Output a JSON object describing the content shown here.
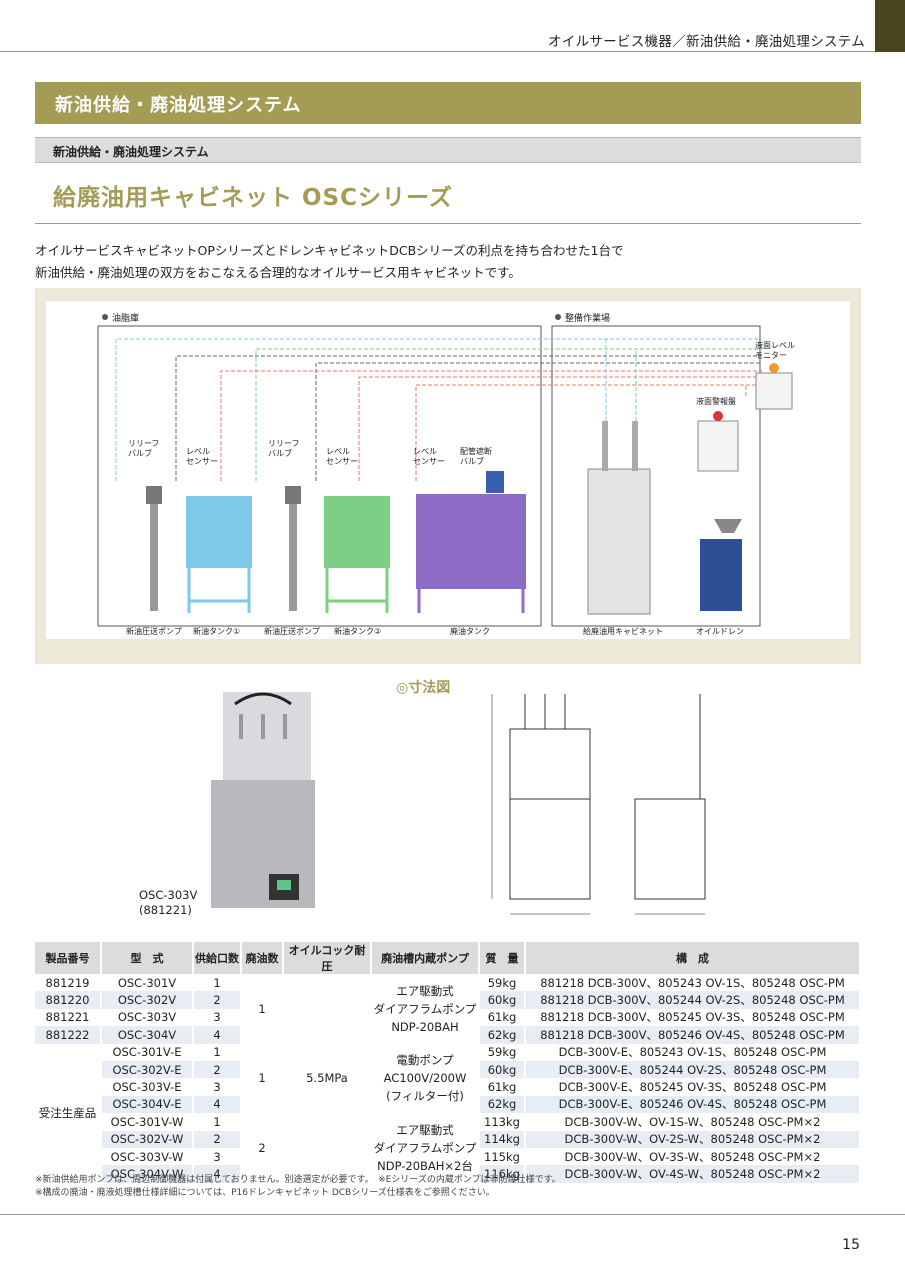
{
  "header": {
    "breadcrumb": "オイルサービス機器／新油供給・廃油処理システム"
  },
  "section_band": "新油供給・廃油処理システム",
  "sub_band": "新油供給・廃油処理システム",
  "product_title": "給廃油用キャビネット OSCシリーズ",
  "lead": [
    "オイルサービスキャビネットOPシリーズとドレンキャビネットDCBシリーズの利点を持ち合わせた1台で",
    "新油供給・廃油処理の双方をおこなえる合理的なオイルサービス用キャビネットです。"
  ],
  "diagram": {
    "area_left": "油脂庫",
    "area_right": "整備作業場",
    "relief_valve": "リリーフ\nバルブ",
    "level_sensor": "レベル\nセンサー",
    "pipe_valve": "配管遮断\nバルブ",
    "level_monitor": "液面レベル\nモニター",
    "alarm_panel": "液面警報盤",
    "bottom_labels": [
      "新油圧送ポンプ",
      "新油タンク①",
      "新油圧送ポンプ",
      "新油タンク②",
      "廃油タンク",
      "給廃油用キャビネット",
      "オイルドレン"
    ],
    "colors": {
      "tank1": "#7ec8e8",
      "tank2": "#7ccf84",
      "waste_tank": "#8d6cc6",
      "cabinet_blue": "#2c4f95"
    }
  },
  "photo_caption": [
    "OSC-303V",
    "(881221)"
  ],
  "dimension_title": "◎寸法図",
  "table": {
    "headers": [
      "製品番号",
      "型　式",
      "供給口数",
      "廃油数",
      "オイルコック耐圧",
      "廃油槽内蔵ポンプ",
      "質　量",
      "構　成"
    ],
    "rows": [
      {
        "code": "881219",
        "model": "OSC-301V",
        "ports": "1",
        "mass": "59kg",
        "config": "881218 DCB-300V、805243 OV-1S、805248 OSC-PM"
      },
      {
        "code": "881220",
        "model": "OSC-302V",
        "ports": "2",
        "mass": "60kg",
        "config": "881218 DCB-300V、805244 OV-2S、805248 OSC-PM"
      },
      {
        "code": "881221",
        "model": "OSC-303V",
        "ports": "3",
        "mass": "61kg",
        "config": "881218 DCB-300V、805245 OV-3S、805248 OSC-PM"
      },
      {
        "code": "881222",
        "model": "OSC-304V",
        "ports": "4",
        "mass": "62kg",
        "config": "881218 DCB-300V、805246 OV-4S、805248 OSC-PM"
      },
      {
        "code": "",
        "model": "OSC-301V-E",
        "ports": "1",
        "mass": "59kg",
        "config": "DCB-300V-E、805243 OV-1S、805248 OSC-PM"
      },
      {
        "code": "",
        "model": "OSC-302V-E",
        "ports": "2",
        "mass": "60kg",
        "config": "DCB-300V-E、805244 OV-2S、805248 OSC-PM"
      },
      {
        "code": "",
        "model": "OSC-303V-E",
        "ports": "3",
        "mass": "61kg",
        "config": "DCB-300V-E、805245 OV-3S、805248 OSC-PM"
      },
      {
        "code": "",
        "model": "OSC-304V-E",
        "ports": "4",
        "mass": "62kg",
        "config": "DCB-300V-E、805246 OV-4S、805248 OSC-PM"
      },
      {
        "code": "",
        "model": "OSC-301V-W",
        "ports": "1",
        "mass": "113kg",
        "config": "DCB-300V-W、OV-1S-W、805248 OSC-PM×2"
      },
      {
        "code": "",
        "model": "OSC-302V-W",
        "ports": "2",
        "mass": "114kg",
        "config": "DCB-300V-W、OV-2S-W、805248 OSC-PM×2"
      },
      {
        "code": "",
        "model": "OSC-303V-W",
        "ports": "3",
        "mass": "115kg",
        "config": "DCB-300V-W、OV-3S-W、805248 OSC-PM×2"
      },
      {
        "code": "",
        "model": "OSC-304V-W",
        "ports": "4",
        "mass": "116kg",
        "config": "DCB-300V-W、OV-4S-W、805248 OSC-PM×2"
      }
    ],
    "order_label": "受注生産品",
    "waste_counts": [
      "1",
      "1",
      "2"
    ],
    "pressure": "5.5MPa",
    "pump_a": [
      "エア駆動式",
      "ダイアフラムポンプ",
      "NDP-20BAH"
    ],
    "pump_b": [
      "電動ポンプ",
      "AC100V/200W",
      "(フィルター付)"
    ],
    "pump_c": [
      "エア駆動式",
      "ダイアフラムポンプ",
      "NDP-20BAH×2台"
    ]
  },
  "notes": [
    "※新油供給用ポンプは、周辺制御機器は付属しておりません。別途選定が必要です。　※Eシリーズの内蔵ポンプは非防爆仕様です。",
    "※構成の廃油・廃液処理槽仕様詳細については、P16ドレンキャビネット DCBシリーズ仕様表をご参照ください。"
  ],
  "page_number": "15"
}
